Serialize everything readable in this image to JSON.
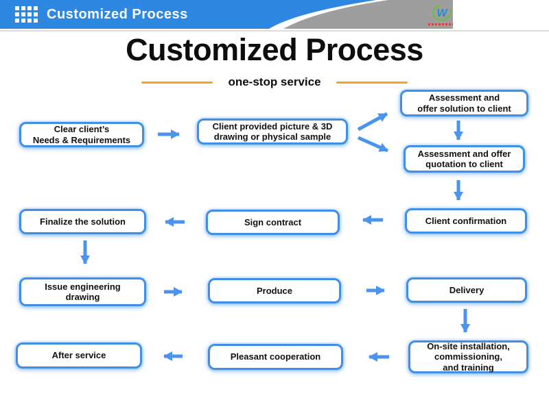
{
  "colors": {
    "header_blue": "#2e87e0",
    "header_gray": "#9e9e9e",
    "box_border_blue": "#3f8fe8",
    "arrow_blue": "#4a93ee",
    "subtitle_orange": "#f6a21d"
  },
  "header_bar": {
    "title": "Customized Process",
    "logo_letter": "W"
  },
  "hero": {
    "title": "Customized Process",
    "subtitle": "one-stop service"
  },
  "flow": {
    "steps": [
      {
        "id": "clear-needs",
        "label": "Clear client’s\nNeeds & Requirements"
      },
      {
        "id": "client-provided",
        "label": "Client provided picture & 3D\ndrawing or physical sample"
      },
      {
        "id": "assess-solution",
        "label": "Assessment and\noffer solution to client"
      },
      {
        "id": "assess-quotation",
        "label": "Assessment and offer\nquotation to client"
      },
      {
        "id": "client-confirmation",
        "label": "Client confirmation"
      },
      {
        "id": "sign-contract",
        "label": "Sign contract"
      },
      {
        "id": "finalize-solution",
        "label": "Finalize the solution"
      },
      {
        "id": "issue-drawing",
        "label": "Issue engineering\ndrawing"
      },
      {
        "id": "produce",
        "label": "Produce"
      },
      {
        "id": "delivery",
        "label": "Delivery"
      },
      {
        "id": "onsite-install",
        "label": "On-site installation,\ncommissioning,\nand training"
      },
      {
        "id": "pleasant-coop",
        "label": "Pleasant cooperation"
      },
      {
        "id": "after-service",
        "label": "After service"
      }
    ]
  }
}
